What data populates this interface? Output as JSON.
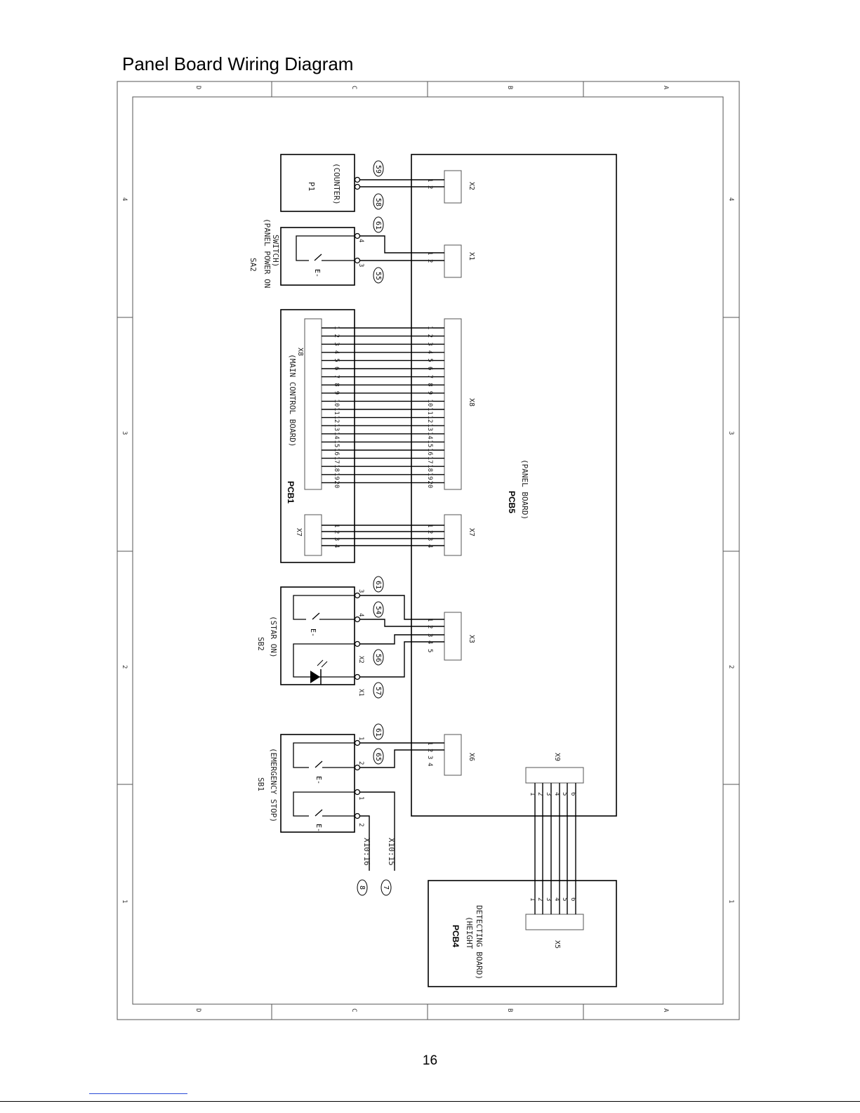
{
  "page": {
    "title": "Panel Board Wiring Diagram",
    "number": "16"
  },
  "frame": {
    "columns": [
      "D",
      "C",
      "B",
      "A"
    ],
    "rows": [
      "4",
      "3",
      "2",
      "1"
    ]
  },
  "components": {
    "p1": {
      "ref": "P1",
      "desc": "(COUNTER)"
    },
    "sa2": {
      "ref": "SA2",
      "desc1": "(PANEL POWER ON",
      "desc2": "SWITCH)"
    },
    "pcb1": {
      "ref": "PCB1",
      "desc": "(MAIN CONTROL BOARD)"
    },
    "pcb5": {
      "ref": "PCB5",
      "desc": "(PANEL BOARD)"
    },
    "sb2": {
      "ref": "SB2",
      "desc": "(STAR ON)"
    },
    "sb1": {
      "ref": "SB1",
      "desc": "(EMERGENCY STOP)"
    },
    "pcb4": {
      "ref": "PCB4",
      "desc1": "(HEIGHT",
      "desc2": "DETECTING BOARD)"
    }
  },
  "connectors": {
    "x2": "X2",
    "x1": "X1",
    "x8": "X8",
    "x7": "X7",
    "x3": "X3",
    "x6": "X6",
    "x9": "X9",
    "x5": "X5"
  },
  "pins": {
    "p1_12": [
      "1",
      "2"
    ],
    "x1_12": [
      "1",
      "2"
    ],
    "sa2": [
      "4",
      "3"
    ],
    "pcb1_x8": [
      "1",
      "2",
      "3",
      "4",
      "5",
      "6",
      "7",
      "8",
      "9",
      "10",
      "11",
      "12",
      "13",
      "14",
      "15",
      "16",
      "17",
      "18",
      "19",
      "20"
    ],
    "x7": [
      "1",
      "2",
      "3",
      "4"
    ],
    "sb2": [
      "3",
      "4",
      "X2",
      "X1"
    ],
    "x3": [
      "1",
      "2",
      "3",
      "4",
      "5"
    ],
    "sb1": [
      "1",
      "2",
      "1",
      "2"
    ],
    "x6": [
      "1",
      "2",
      "3",
      "4"
    ],
    "x9": [
      "1",
      "2",
      "3",
      "4",
      "5",
      "6"
    ]
  },
  "wire_labels": {
    "w59": "59",
    "w58": "58",
    "w61a": "61",
    "w55": "55",
    "w61b": "61",
    "w54": "54",
    "w56": "56",
    "w57": "57",
    "w61c": "61",
    "w65": "65",
    "w8": "8",
    "w7": "7"
  },
  "external": {
    "x10_16": "X10:16",
    "x10_15": "X10:15"
  }
}
